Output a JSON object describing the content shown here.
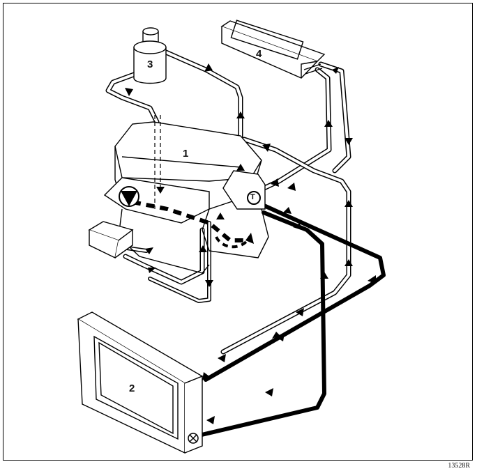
{
  "labels": {
    "engine": "1",
    "radiator": "2",
    "expansion_tank": "3",
    "heater": "4",
    "thermostat_symbol": "T"
  },
  "reference_code": "13528R",
  "icons": {
    "pump": "pump-icon",
    "thermostat": "thermostat-icon",
    "bleed_screw": "bleed-screw-icon"
  },
  "colors": {
    "line": "#000000",
    "component_fill": "#ffffff",
    "hose_fill": "#ffffff"
  }
}
